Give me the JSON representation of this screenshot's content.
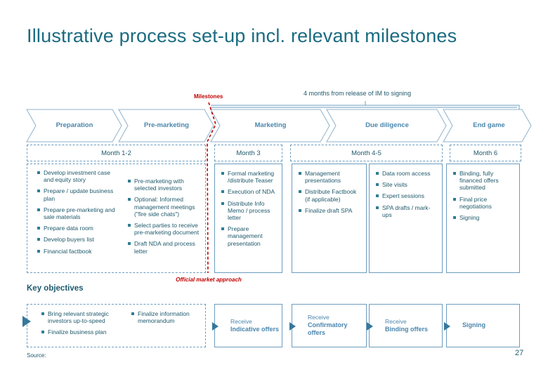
{
  "slide": {
    "title": "Illustrative process set-up incl. relevant milestones",
    "source_label": "Source:",
    "page_number": "27"
  },
  "annotations": {
    "milestones_label": "Milestones",
    "timeline_note": "4 months from release of IM to signing",
    "official_market_approach": "Official market approach"
  },
  "colors": {
    "title_teal": "#1a6b80",
    "body_teal": "#1f596b",
    "steel_blue": "#4a86ad",
    "bullet_teal": "#2e7e95",
    "milestone_red": "#c00000",
    "border_blue": "#6d9cbf"
  },
  "phases": [
    {
      "label": "Preparation"
    },
    {
      "label": "Pre-marketing"
    },
    {
      "label": "Marketing"
    },
    {
      "label": "Due diligence"
    },
    {
      "label": "End game"
    }
  ],
  "months": [
    {
      "label": "Month 1-2"
    },
    {
      "label": "Month 3"
    },
    {
      "label": "Month 4-5"
    },
    {
      "label": "Month 6"
    }
  ],
  "activity_columns": [
    {
      "items": [
        "Develop investment case and equity story",
        "Prepare / update business plan",
        "Prepare pre-marketing and sale materials",
        "Prepare data room",
        "Develop buyers list",
        "Financial factbook"
      ]
    },
    {
      "items": [
        "Pre-marketing with selected investors",
        "Optional: Informed management meetings (\"fire side chats\")",
        "Select parties to receive pre-marketing document",
        "Draft NDA and process letter"
      ]
    },
    {
      "items": [
        "Formal marketing /distribute Teaser",
        "Execution of NDA",
        "Distribute Info Memo / process letter",
        "Prepare management presentation"
      ]
    },
    {
      "items": [
        "Management presentations",
        "Distribute Factbook (if applicable)",
        "Finalize draft SPA"
      ]
    },
    {
      "items": [
        "Data room access",
        "Site visits",
        "Expert sessions",
        "SPA drafts / mark-ups"
      ]
    },
    {
      "items": [
        "Binding, fully financed offers submitted",
        "Final price negotiations",
        "Signing"
      ]
    }
  ],
  "key_objectives": {
    "heading": "Key objectives",
    "box1_col1": [
      "Bring relevant strategic investors up-to-speed",
      "Finalize business plan"
    ],
    "box1_col2": [
      "Finalize information memorandum"
    ],
    "milestone_boxes": [
      {
        "prefix": "Receive",
        "label": "Indicative offers"
      },
      {
        "prefix": "Receive",
        "label": "Confirmatory offers"
      },
      {
        "prefix": "Receive",
        "label": "Binding offers"
      },
      {
        "prefix": "",
        "label": "Signing"
      }
    ]
  }
}
